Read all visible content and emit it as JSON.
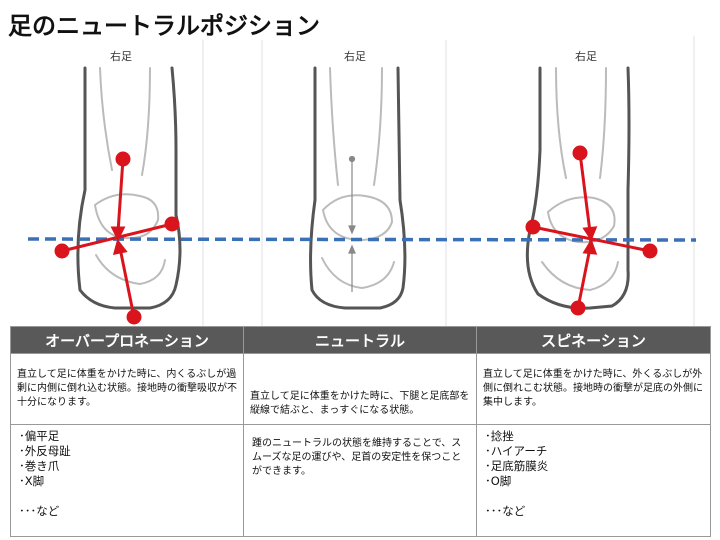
{
  "title": "足のニュートラルポジション",
  "labels": {
    "left": "右足",
    "center": "右足",
    "right": "右足"
  },
  "columns": {
    "over_pronation": {
      "header": "オーバープロネーション",
      "desc": "直立して足に体重をかけた時に、内くるぶしが過剰に内側に倒れ込む状態。接地時の衝撃吸収が不十分になります。",
      "items": [
        "･偏平足",
        "･外反母趾",
        "･巻き爪",
        "･X脚",
        "",
        "･･･など"
      ]
    },
    "neutral": {
      "header": "ニュートラル",
      "desc": "直立して足に体重をかけた時に、下腿と足底部を縦線で結ぶと、まっすぐになる状態。",
      "detail": "踵のニュートラルの状態を維持することで、スムーズな足の運びや、足首の安定性を保つことができます。"
    },
    "supination": {
      "header": "スピネーション",
      "desc": "直立して足に体重をかけた時に、外くるぶしが外側に倒れこむ状態。接地時の衝撃が足底の外側に集中します。",
      "items": [
        "･捻挫",
        "･ハイアーチ",
        "･足底筋膜炎",
        "･O脚",
        "",
        "･･･など"
      ]
    }
  },
  "colors": {
    "header_bg": "#595959",
    "axis_red": "#d9141c",
    "ground_blue": "#3b6fb6",
    "outline": "#555555"
  }
}
